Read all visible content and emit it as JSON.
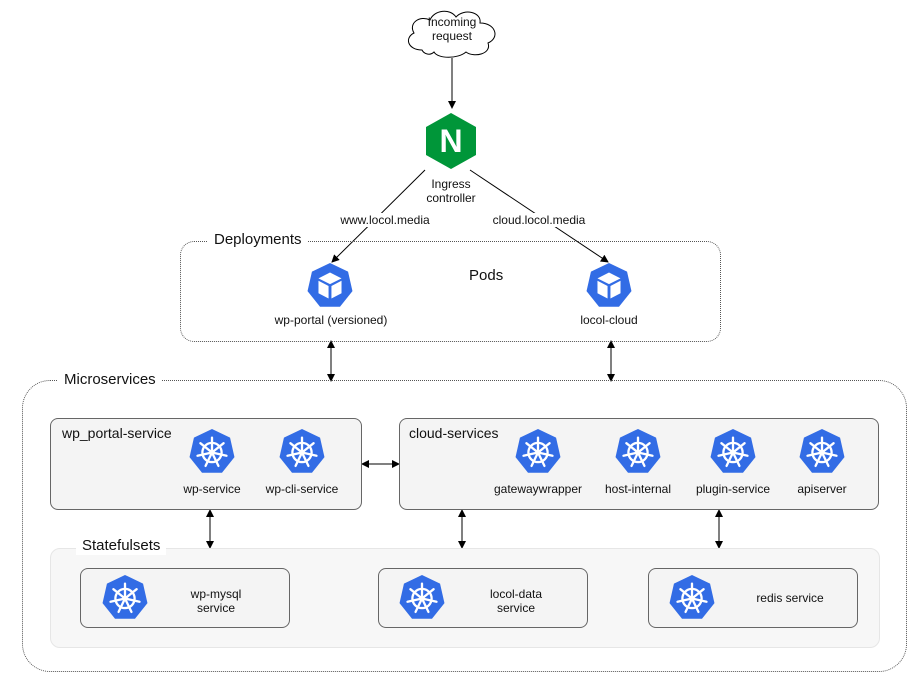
{
  "entry": {
    "line1": "Incoming",
    "line2": "request"
  },
  "ingress": {
    "logo_letter": "N",
    "line1": "Ingress",
    "line2": "controller",
    "logo_color": "#009639"
  },
  "routes": {
    "left": "www.locol.media",
    "right": "cloud.locol.media"
  },
  "deployments": {
    "title": "Deployments",
    "pods_label": "Pods",
    "pods": [
      {
        "name": "wp-portal (versioned)",
        "icon": "pod-icon"
      },
      {
        "name": "locol-cloud",
        "icon": "pod-icon"
      }
    ]
  },
  "microservices": {
    "title": "Microservices",
    "wp_portal_service": {
      "title": "wp_portal-service",
      "items": [
        {
          "name": "wp-service"
        },
        {
          "name": "wp-cli-service"
        }
      ]
    },
    "cloud_services": {
      "title": "cloud-services",
      "items": [
        {
          "name": "gatewaywrapper"
        },
        {
          "name": "host-internal"
        },
        {
          "name": "plugin-service"
        },
        {
          "name": "apiserver"
        }
      ]
    },
    "statefulsets": {
      "title": "Statefulsets",
      "items": [
        {
          "line1": "wp-mysql",
          "line2": "service"
        },
        {
          "line1": "locol-data",
          "line2": "service"
        },
        {
          "line1": "redis service",
          "line2": ""
        }
      ]
    }
  },
  "colors": {
    "k8s_blue": "#326ce5",
    "icon_white": "#ffffff"
  }
}
